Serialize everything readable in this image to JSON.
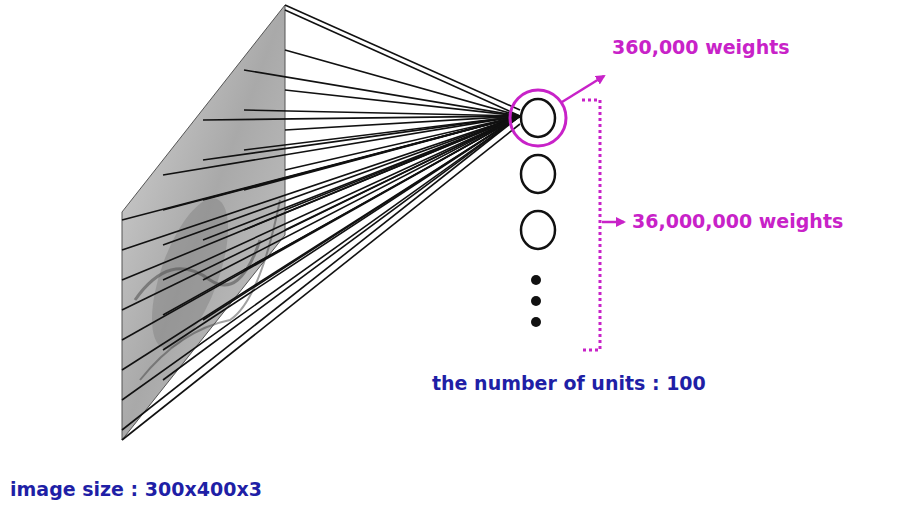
{
  "diagram": {
    "labels": [
      "360,000 weights",
      "36,000,000 weights",
      "the number of units : 100",
      "image size : 300x400x3"
    ]
  }
}
